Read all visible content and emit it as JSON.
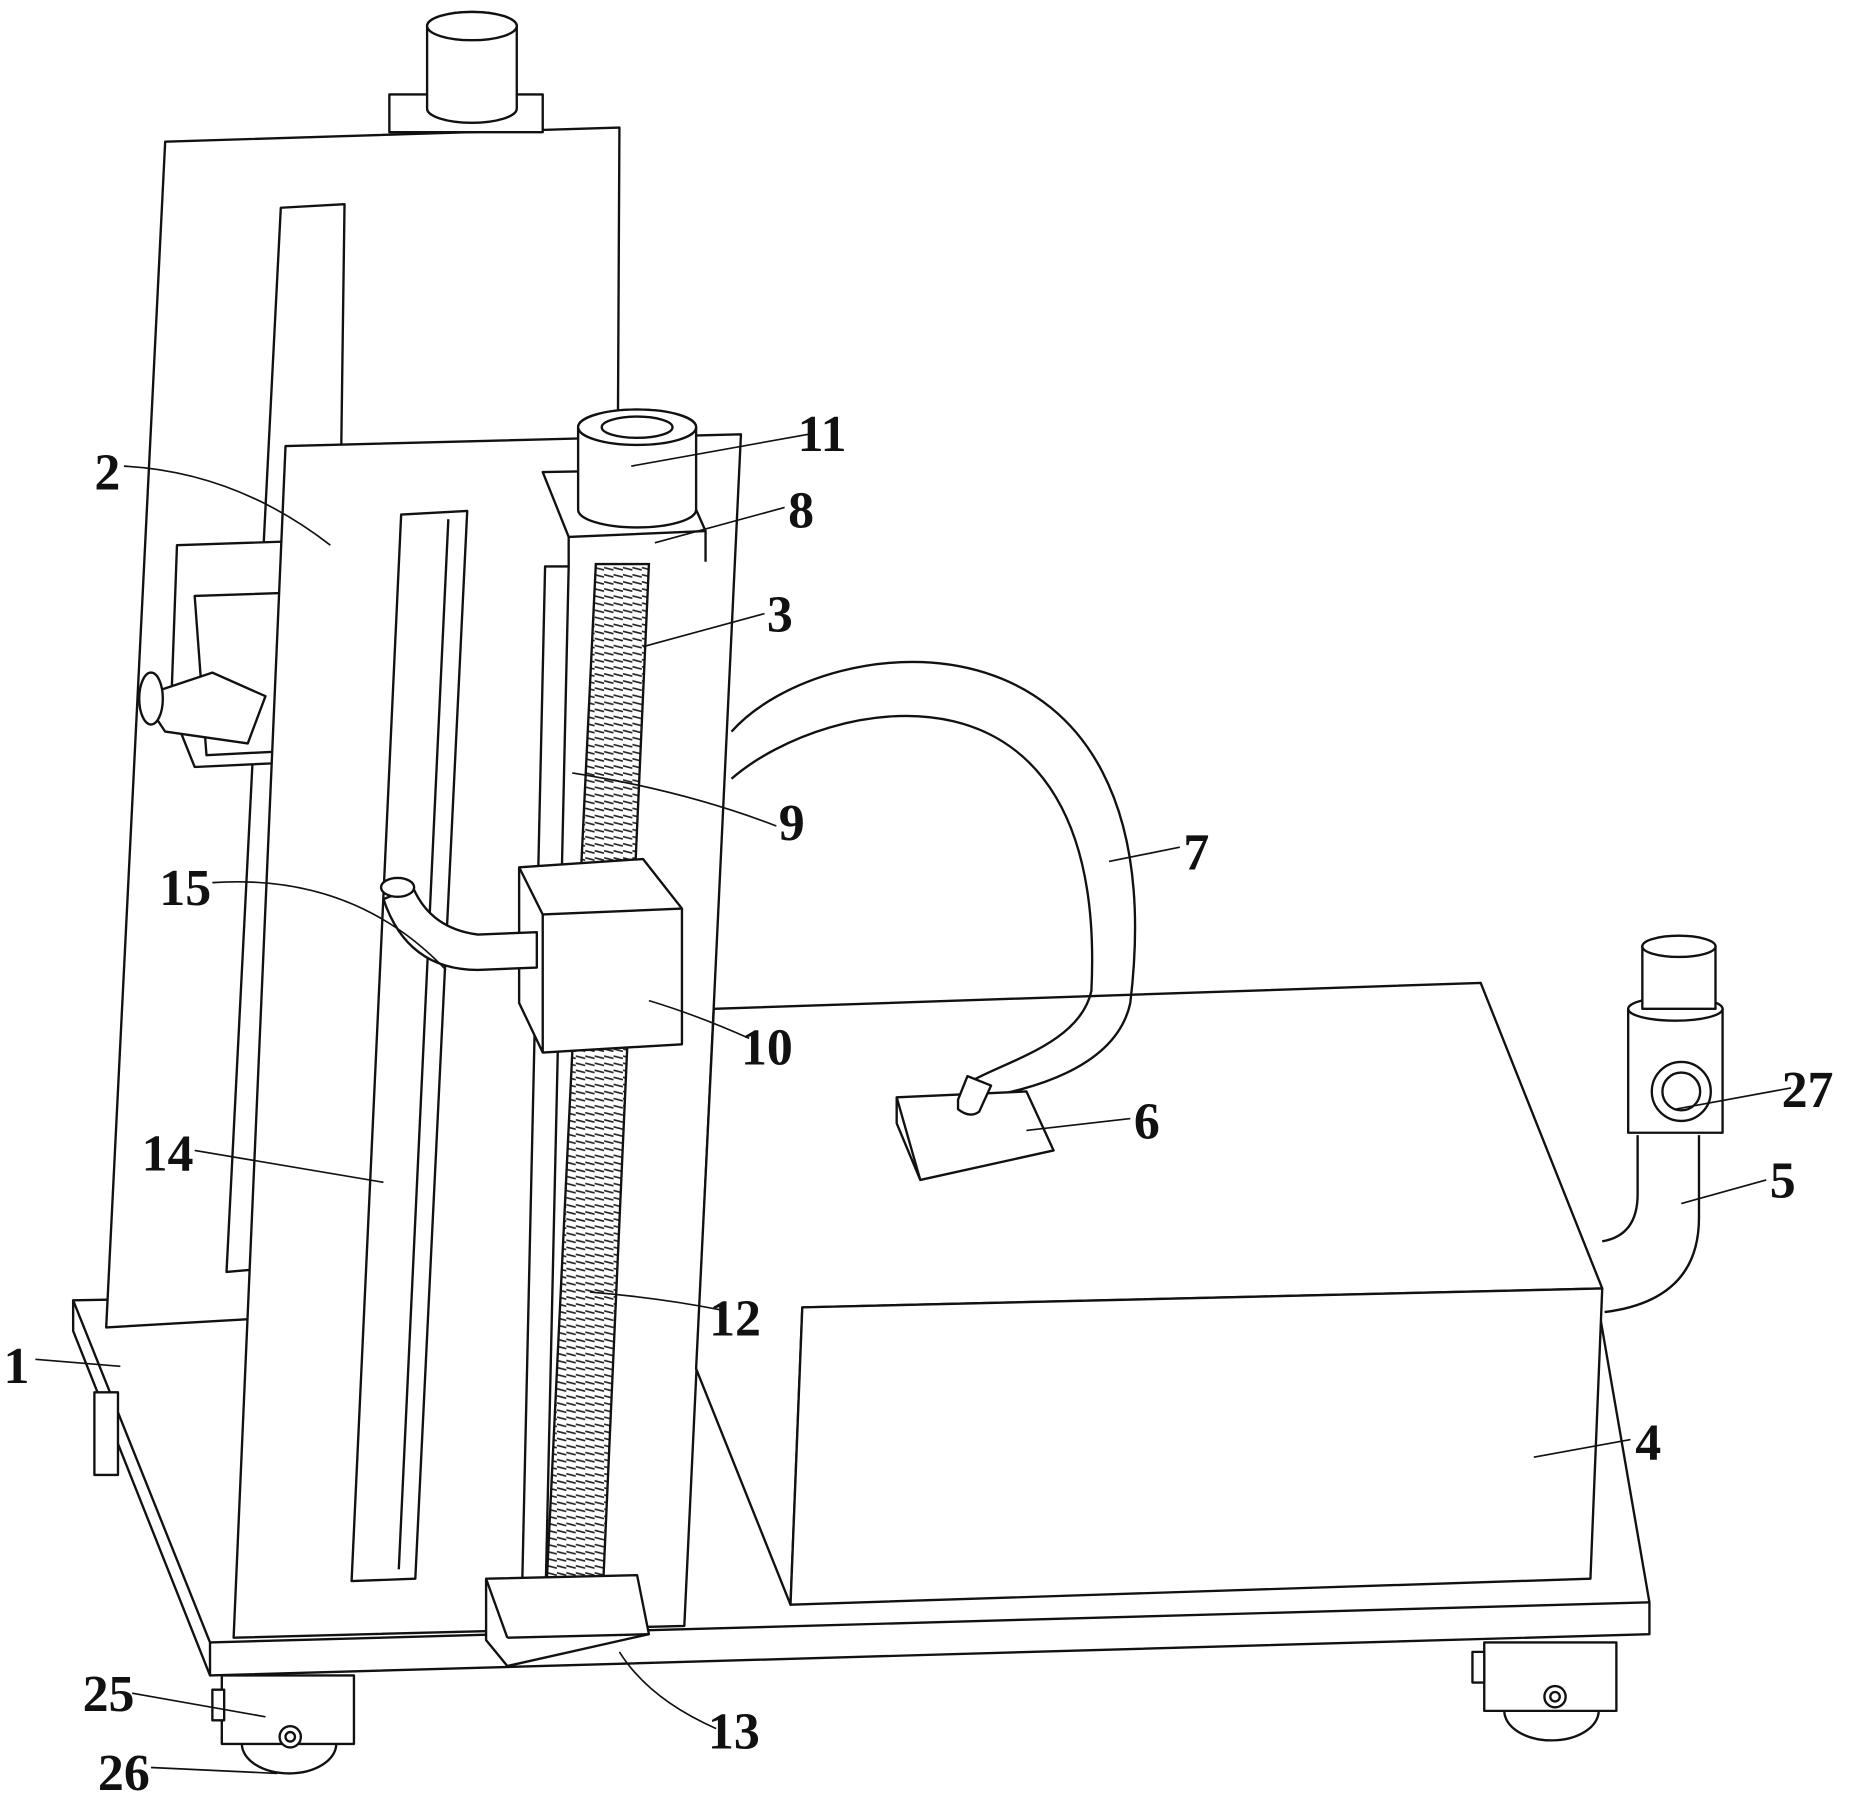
{
  "figure": {
    "labels": {
      "l1": "1",
      "l2": "2",
      "l3": "3",
      "l4": "4",
      "l5": "5",
      "l6": "6",
      "l7": "7",
      "l8": "8",
      "l9": "9",
      "l10": "10",
      "l11": "11",
      "l12": "12",
      "l13": "13",
      "l14": "14",
      "l15": "15",
      "l25": "25",
      "l26": "26",
      "l27": "27"
    }
  }
}
